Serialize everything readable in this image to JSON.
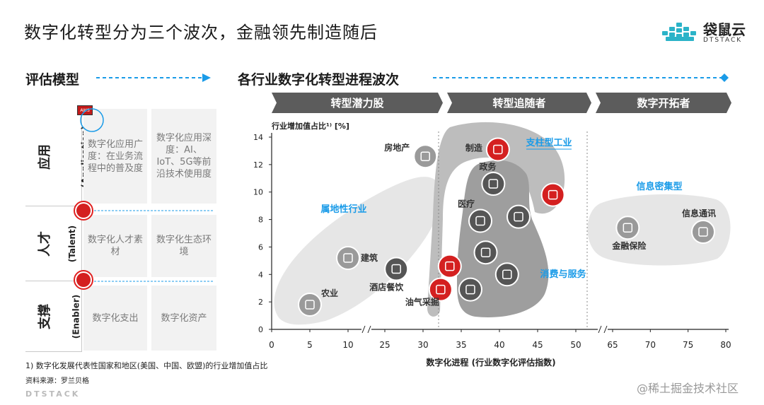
{
  "header": {
    "title": "数字化转型分为三个波次，金融领先制造随后",
    "logo_name": "袋鼠云",
    "logo_sub": "DTSTACK"
  },
  "evaluation": {
    "label": "评估模型",
    "rows": [
      {
        "cn": "应用",
        "en": "(Application)",
        "cells": [
          "数字化应用广度：在业务流程中的普及度",
          "数字化应用深度：AI、IoT、5G等前沿技术使用度"
        ]
      },
      {
        "cn": "人才",
        "en": "(Talent)",
        "cells": [
          "数字化人才素材",
          "数字化生态环境"
        ]
      },
      {
        "cn": "支撑",
        "en": "(Enabler)",
        "cells": [
          "数字化支出",
          "数字化资产"
        ]
      }
    ],
    "tag": "AWS"
  },
  "progress": {
    "label": "各行业数字化转型进程波次",
    "phases": [
      "转型潜力股",
      "转型追随者",
      "数字开拓者"
    ]
  },
  "chart_data": {
    "type": "scatter",
    "title": "",
    "ylabel": "行业增加值占比¹⁾ [%]",
    "xlabel": "数字化进程 (行业数字化评估指数)",
    "x_ticks": [
      "0",
      "5",
      "10",
      "25",
      "30",
      "35",
      "40",
      "45",
      "50",
      "65",
      "70",
      "75",
      "80"
    ],
    "y_ticks": [
      0,
      2,
      4,
      6,
      8,
      10,
      12,
      14
    ],
    "ylim": [
      0,
      14
    ],
    "x_axis_breaks": [
      "10-25",
      "50-65"
    ],
    "groups": [
      "属地性行业",
      "支柱型工业",
      "消费与服务",
      "信息密集型"
    ],
    "points": [
      {
        "label": "农业",
        "x": 5,
        "y": 1.8,
        "group": "属地性行业"
      },
      {
        "label": "建筑",
        "x": 10,
        "y": 5.2,
        "group": "属地性行业"
      },
      {
        "label": "房地产",
        "x": 30.3,
        "y": 12.6,
        "group": "属地性行业"
      },
      {
        "label": "酒店餐饮",
        "x": 26.5,
        "y": 4.4,
        "group": "消费与服务"
      },
      {
        "label": "油气采掘",
        "x": 32.3,
        "y": 2.9,
        "group": "支柱型工业"
      },
      {
        "label": "",
        "x": 33.5,
        "y": 4.6,
        "group": "支柱型工业"
      },
      {
        "label": "制造",
        "x": 39.8,
        "y": 13.1,
        "group": "支柱型工业"
      },
      {
        "label": "",
        "x": 47,
        "y": 9.8,
        "group": "支柱型工业"
      },
      {
        "label": "政务",
        "x": 39.2,
        "y": 10.6,
        "group": "消费与服务"
      },
      {
        "label": "医疗",
        "x": 37.5,
        "y": 7.9,
        "group": "消费与服务"
      },
      {
        "label": "",
        "x": 42.5,
        "y": 8.2,
        "group": "消费与服务"
      },
      {
        "label": "",
        "x": 38.2,
        "y": 5.6,
        "group": "消费与服务"
      },
      {
        "label": "",
        "x": 41,
        "y": 4,
        "group": "消费与服务"
      },
      {
        "label": "",
        "x": 36.2,
        "y": 2.9,
        "group": "消费与服务"
      },
      {
        "label": "金融保险",
        "x": 67,
        "y": 7.4,
        "group": "信息密集型"
      },
      {
        "label": "信息通讯",
        "x": 77,
        "y": 7.1,
        "group": "信息密集型"
      }
    ]
  },
  "footnotes": {
    "note1": "1) 数字化发展代表性国家和地区(美国、中国、欧盟)的行业增加值占比",
    "source": "资料来源：罗兰贝格",
    "brand": "DTSTACK",
    "watermark": "@稀土掘金技术社区"
  },
  "colors": {
    "accent_blue": "#1a9be8",
    "red": "#d42020",
    "phase_gray": "#5c5c5c"
  }
}
